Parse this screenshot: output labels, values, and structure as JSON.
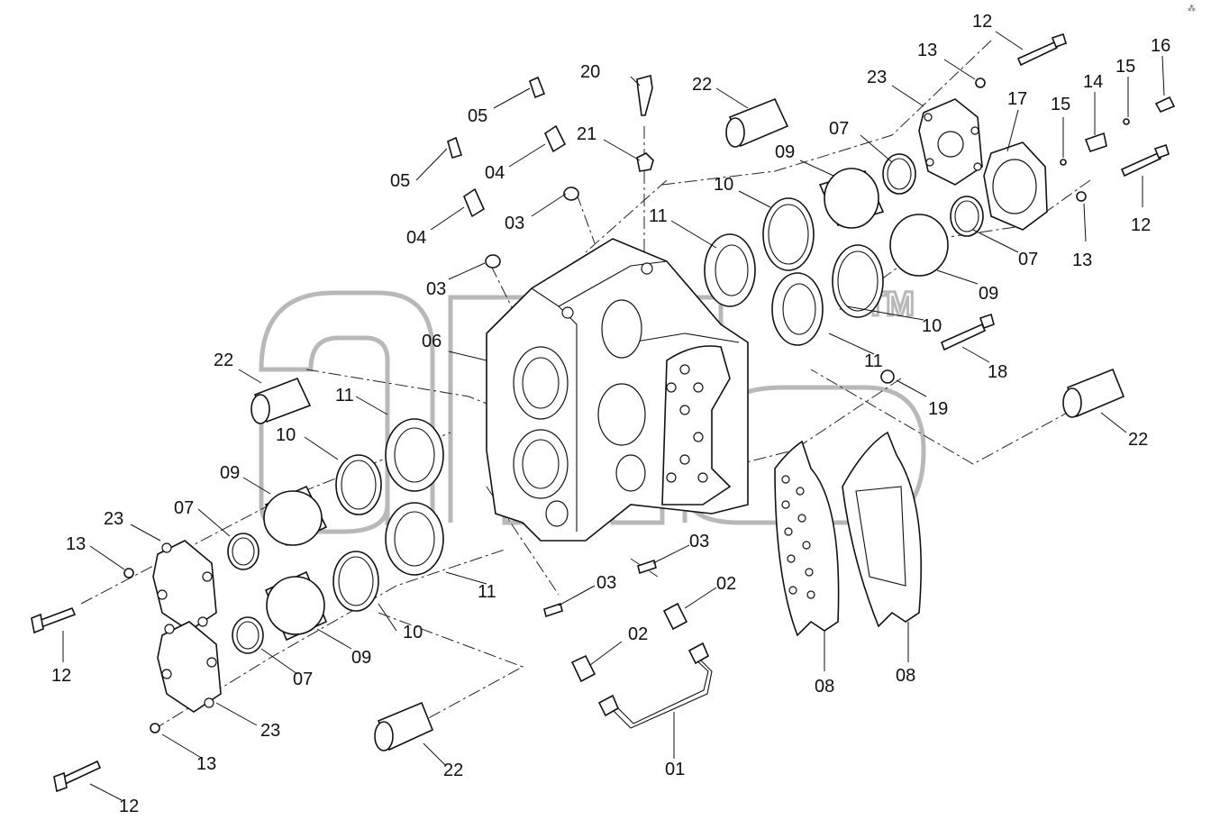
{
  "watermark": {
    "text": "amb",
    "mark": "TM"
  },
  "corner_mark": "⁂",
  "labels": [
    {
      "id": "01",
      "text": "01"
    },
    {
      "id": "02a",
      "text": "02"
    },
    {
      "id": "02b",
      "text": "02"
    },
    {
      "id": "03a",
      "text": "03"
    },
    {
      "id": "03b",
      "text": "03"
    },
    {
      "id": "03c",
      "text": "03"
    },
    {
      "id": "03d",
      "text": "03"
    },
    {
      "id": "04a",
      "text": "04"
    },
    {
      "id": "04b",
      "text": "04"
    },
    {
      "id": "05a",
      "text": "05"
    },
    {
      "id": "05b",
      "text": "05"
    },
    {
      "id": "06",
      "text": "06"
    },
    {
      "id": "07a",
      "text": "07"
    },
    {
      "id": "07b",
      "text": "07"
    },
    {
      "id": "07c",
      "text": "07"
    },
    {
      "id": "07d",
      "text": "07"
    },
    {
      "id": "08a",
      "text": "08"
    },
    {
      "id": "08b",
      "text": "08"
    },
    {
      "id": "09a",
      "text": "09"
    },
    {
      "id": "09b",
      "text": "09"
    },
    {
      "id": "09c",
      "text": "09"
    },
    {
      "id": "09d",
      "text": "09"
    },
    {
      "id": "10a",
      "text": "10"
    },
    {
      "id": "10b",
      "text": "10"
    },
    {
      "id": "10c",
      "text": "10"
    },
    {
      "id": "10d",
      "text": "10"
    },
    {
      "id": "11a",
      "text": "11"
    },
    {
      "id": "11b",
      "text": "11"
    },
    {
      "id": "11c",
      "text": "11"
    },
    {
      "id": "11d",
      "text": "11"
    },
    {
      "id": "12a",
      "text": "12"
    },
    {
      "id": "12b",
      "text": "12"
    },
    {
      "id": "12c",
      "text": "12"
    },
    {
      "id": "12d",
      "text": "12"
    },
    {
      "id": "13a",
      "text": "13"
    },
    {
      "id": "13b",
      "text": "13"
    },
    {
      "id": "13c",
      "text": "13"
    },
    {
      "id": "13d",
      "text": "13"
    },
    {
      "id": "14",
      "text": "14"
    },
    {
      "id": "15a",
      "text": "15"
    },
    {
      "id": "15b",
      "text": "15"
    },
    {
      "id": "16",
      "text": "16"
    },
    {
      "id": "17",
      "text": "17"
    },
    {
      "id": "18",
      "text": "18"
    },
    {
      "id": "19",
      "text": "19"
    },
    {
      "id": "20",
      "text": "20"
    },
    {
      "id": "21",
      "text": "21"
    },
    {
      "id": "22a",
      "text": "22"
    },
    {
      "id": "22b",
      "text": "22"
    },
    {
      "id": "22c",
      "text": "22"
    },
    {
      "id": "22d",
      "text": "22"
    },
    {
      "id": "23a",
      "text": "23"
    },
    {
      "id": "23b",
      "text": "23"
    },
    {
      "id": "23c",
      "text": "23"
    }
  ]
}
